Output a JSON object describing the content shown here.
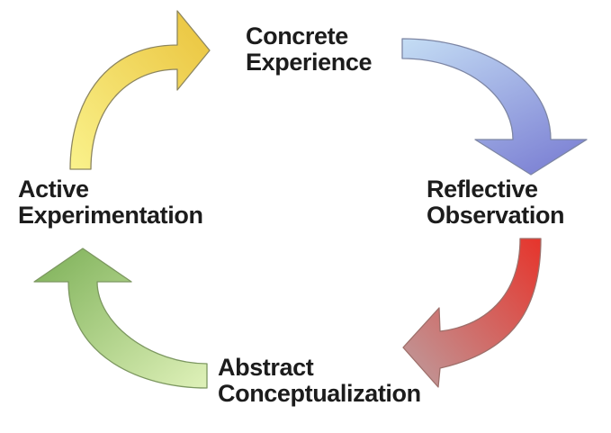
{
  "diagram": {
    "type": "cycle-diagram",
    "background_color": "#ffffff",
    "text_color": "#1c1c1c"
  },
  "stages": [
    {
      "id": "concrete-experience",
      "line1": "Concrete",
      "line2": "Experience"
    },
    {
      "id": "reflective-observation",
      "line1": "Reflective",
      "line2": "Observation"
    },
    {
      "id": "abstract-conceptualization",
      "line1": "Abstract",
      "line2": "Conceptualization"
    },
    {
      "id": "active-experimentation",
      "line1": "Active",
      "line2": "Experimentation"
    }
  ],
  "arrows": [
    {
      "id": "yellow-arrow",
      "from": "Active Experimentation",
      "to": "Concrete Experience",
      "tail_color": "#FAF28C",
      "head_color": "#EAC33C",
      "outline_color": "#8d8660"
    },
    {
      "id": "blue-arrow",
      "from": "Concrete Experience",
      "to": "Reflective Observation",
      "tail_color": "#C4DDF4",
      "head_color": "#8187D6",
      "outline_color": "#7d86a4"
    },
    {
      "id": "red-arrow",
      "from": "Reflective Observation",
      "to": "Abstract Conceptualization",
      "tail_color": "#E6342B",
      "head_color": "#C29090",
      "outline_color": "#9e6f6a"
    },
    {
      "id": "green-arrow",
      "from": "Abstract Conceptualization",
      "to": "Active Experimentation",
      "tail_color": "#DFF1B9",
      "head_color": "#84B55F",
      "outline_color": "#7c9760"
    }
  ]
}
